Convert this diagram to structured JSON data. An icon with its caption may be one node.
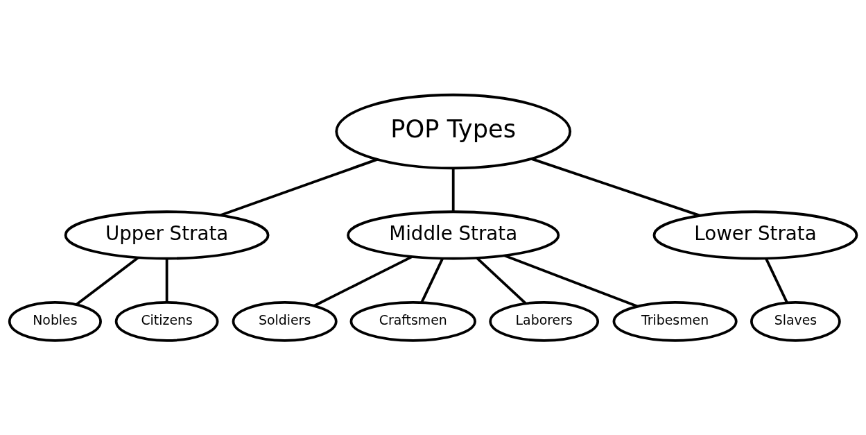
{
  "diagram": {
    "nodes": [
      {
        "text": [
          "POP Types"
        ]
      },
      {
        "text": [
          "Upper Strata"
        ]
      },
      {
        "text": [
          "Middle Strata"
        ]
      },
      {
        "text": [
          "Lower Strata"
        ]
      },
      {
        "text": [
          "Nobles"
        ]
      },
      {
        "text": [
          "Citizens"
        ]
      },
      {
        "text": [
          "Soldiers"
        ]
      },
      {
        "text": [
          "Craftsmen"
        ]
      },
      {
        "text": [
          "Laborers"
        ]
      },
      {
        "text": [
          "Tribesmen"
        ]
      },
      {
        "text": [
          "Slaves"
        ]
      }
    ],
    "edges": [
      {
        "from": 0,
        "to": 1,
        "arrow": "none"
      },
      {
        "from": 0,
        "to": 2,
        "arrow": "none"
      },
      {
        "from": 0,
        "to": 3,
        "arrow": "none"
      },
      {
        "from": 1,
        "to": 4,
        "arrow": "none"
      },
      {
        "from": 1,
        "to": 5,
        "arrow": "none"
      },
      {
        "from": 2,
        "to": 6,
        "arrow": "none"
      },
      {
        "from": 2,
        "to": 7,
        "arrow": "none"
      },
      {
        "from": 2,
        "to": 8,
        "arrow": "none"
      },
      {
        "from": 2,
        "to": 9,
        "arrow": "none"
      },
      {
        "from": 3,
        "to": 10,
        "arrow": "none"
      }
    ]
  }
}
